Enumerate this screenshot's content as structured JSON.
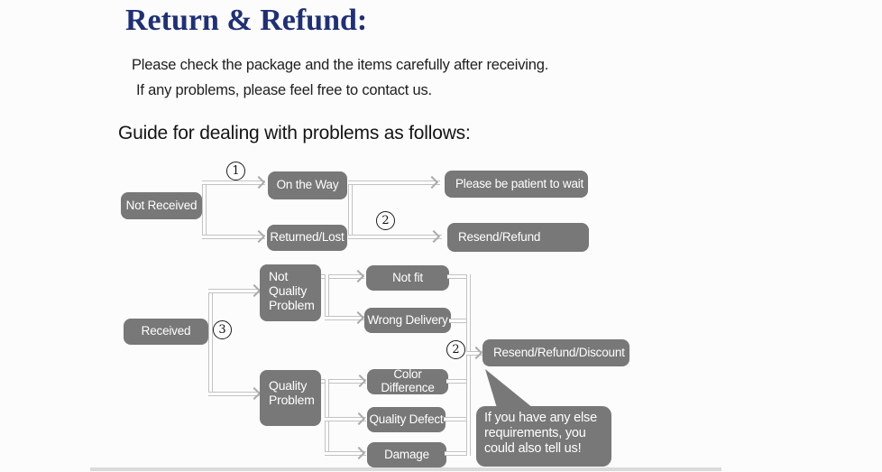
{
  "page": {
    "title": "Return & Refund:",
    "intro_line1": "Please check the package and the items carefully after receiving.",
    "intro_line2": "If any problems, please feel free to contact us.",
    "guide_heading": "Guide for dealing with problems as follows:"
  },
  "flowchart": {
    "nodes": {
      "not_received": "Not Received",
      "on_the_way": "On the Way",
      "be_patient": "Please be patient to wait",
      "returned_lost": "Returned/Lost",
      "resend_refund": "Resend/Refund",
      "received": "Received",
      "not_quality_problem": "Not Quality Problem",
      "not_fit": "Not fit",
      "wrong_delivery": "Wrong Delivery",
      "quality_problem": "Quality Problem",
      "color_difference": "Color Difference",
      "quality_defect": "Quality Defect",
      "damage": "Damage",
      "resend_refund_discount": "Resend/Refund/Discount"
    },
    "markers": {
      "step1": "1",
      "step2_first": "2",
      "step3": "3",
      "step2_second": "2"
    },
    "note_bubble": "If you have any else requirements, you could also tell us!"
  },
  "colors": {
    "title_navy": "#1f3076",
    "node_fill": "#787878",
    "node_text": "#ffffff",
    "connector_gray": "#c2c2c2"
  }
}
